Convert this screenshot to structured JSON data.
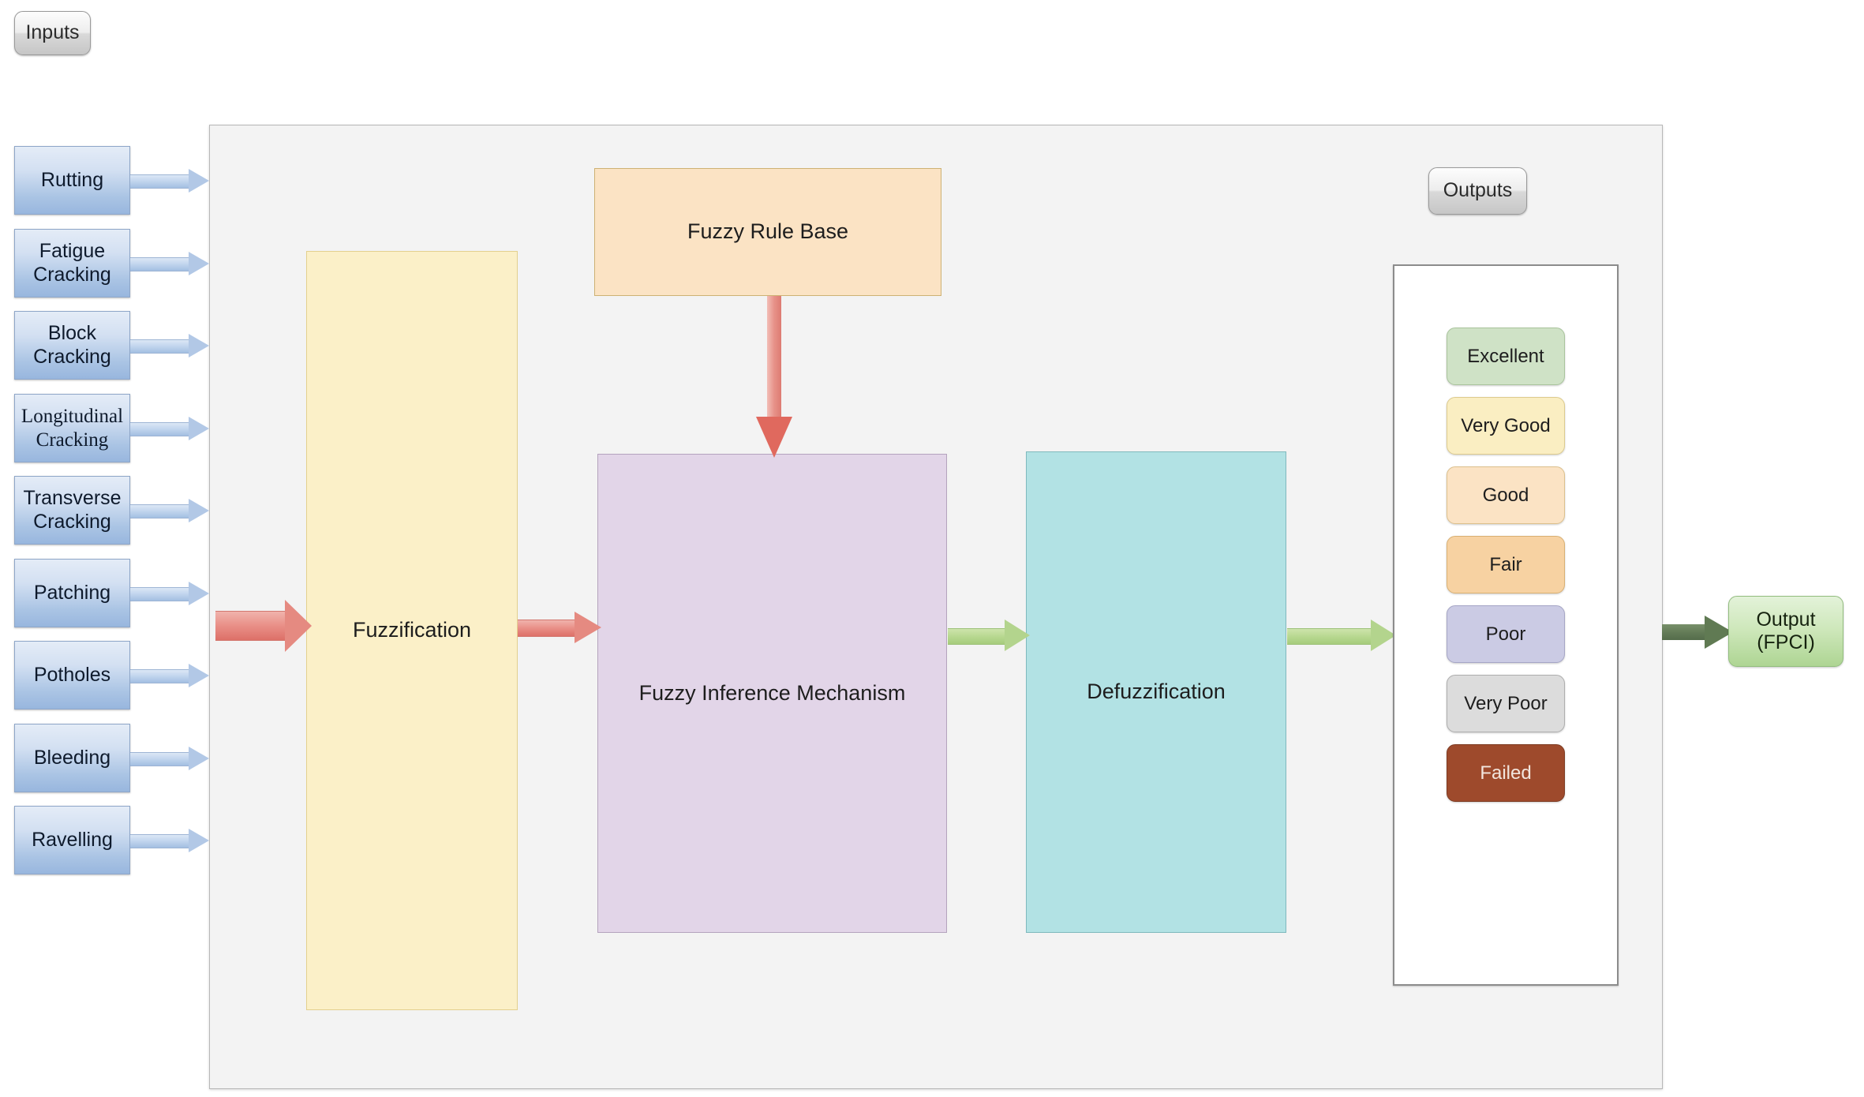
{
  "labels": {
    "inputs_caption": "Inputs",
    "outputs_caption": "Outputs"
  },
  "inputs": [
    {
      "label": "Rutting",
      "serif": false
    },
    {
      "label": "Fatigue\nCracking",
      "serif": false
    },
    {
      "label": "Block\nCracking",
      "serif": false
    },
    {
      "label": "Longitudinal\nCracking",
      "serif": true
    },
    {
      "label": "Transverse\nCracking",
      "serif": false
    },
    {
      "label": "Patching",
      "serif": false
    },
    {
      "label": "Potholes",
      "serif": false
    },
    {
      "label": "Bleeding",
      "serif": false
    },
    {
      "label": "Ravelling",
      "serif": false
    }
  ],
  "process": {
    "fuzzification": "Fuzzification",
    "rule_base": "Fuzzy Rule Base",
    "inference": "Fuzzy Inference Mechanism",
    "defuzzification": "Defuzzification"
  },
  "ratings": [
    {
      "label": "Excellent",
      "bg": "#cfe2c6",
      "border": "#a9c49c",
      "text": "#1d1d1d"
    },
    {
      "label": "Very Good",
      "bg": "#faeec2",
      "border": "#ddcb8e",
      "text": "#1d1d1d"
    },
    {
      "label": "Good",
      "bg": "#fbe3c4",
      "border": "#ddc08c",
      "text": "#1d1d1d"
    },
    {
      "label": "Fair",
      "bg": "#f7d2a2",
      "border": "#d9b073",
      "text": "#1d1d1d"
    },
    {
      "label": "Poor",
      "bg": "#cbcbe4",
      "border": "#a6a6c6",
      "text": "#1d1d1d"
    },
    {
      "label": "Very Poor",
      "bg": "#dcdcdc",
      "border": "#aeaeae",
      "text": "#1d1d1d"
    },
    {
      "label": "Failed",
      "bg": "#9e4a2c",
      "border": "#7e3b22",
      "text": "#f2e6de"
    }
  ],
  "output": {
    "label": "Output\n(FPCI)"
  },
  "colors": {
    "panel_bg": "#f3f3f3",
    "panel_border": "#b7b7b7",
    "input_box": "#aac4e4",
    "fuzzification": "#fbf0c8",
    "rule_base": "#fbe3c4",
    "inference": "#e2d5e8",
    "defuzzification": "#b2e2e4",
    "arrow_red": "#e58a81",
    "arrow_green": "#b3d48d",
    "arrow_dark_green": "#607a53",
    "output_box": "#cfe8bc"
  }
}
